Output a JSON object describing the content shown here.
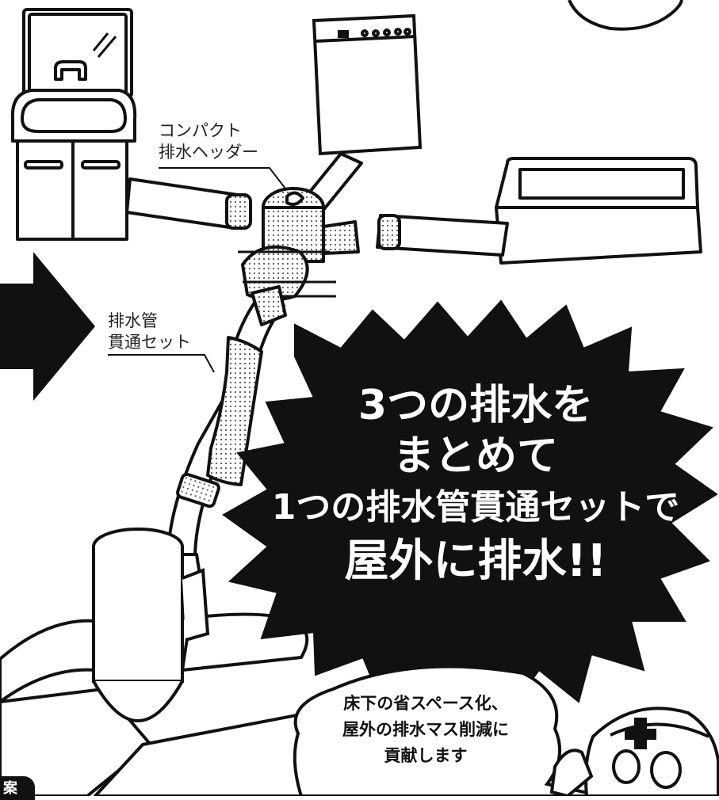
{
  "labels": {
    "header_label": [
      "コンパクト",
      "排水ヘッダー"
    ],
    "pipe_label": [
      "排水管",
      "貫通セット"
    ]
  },
  "burst": {
    "line1": "3つの排水を",
    "line2": "まとめて",
    "line3": "1つの排水管貫通セットで",
    "line4": "屋外に排水!!"
  },
  "speech": {
    "line1": "床下の省スペース化、",
    "line2": "屋外の排水マス削減に",
    "line3": "貢献します"
  },
  "corner_tab": "案",
  "colors": {
    "ink": "#111111",
    "paper": "#ffffff",
    "dots": "#9a9a9a"
  }
}
